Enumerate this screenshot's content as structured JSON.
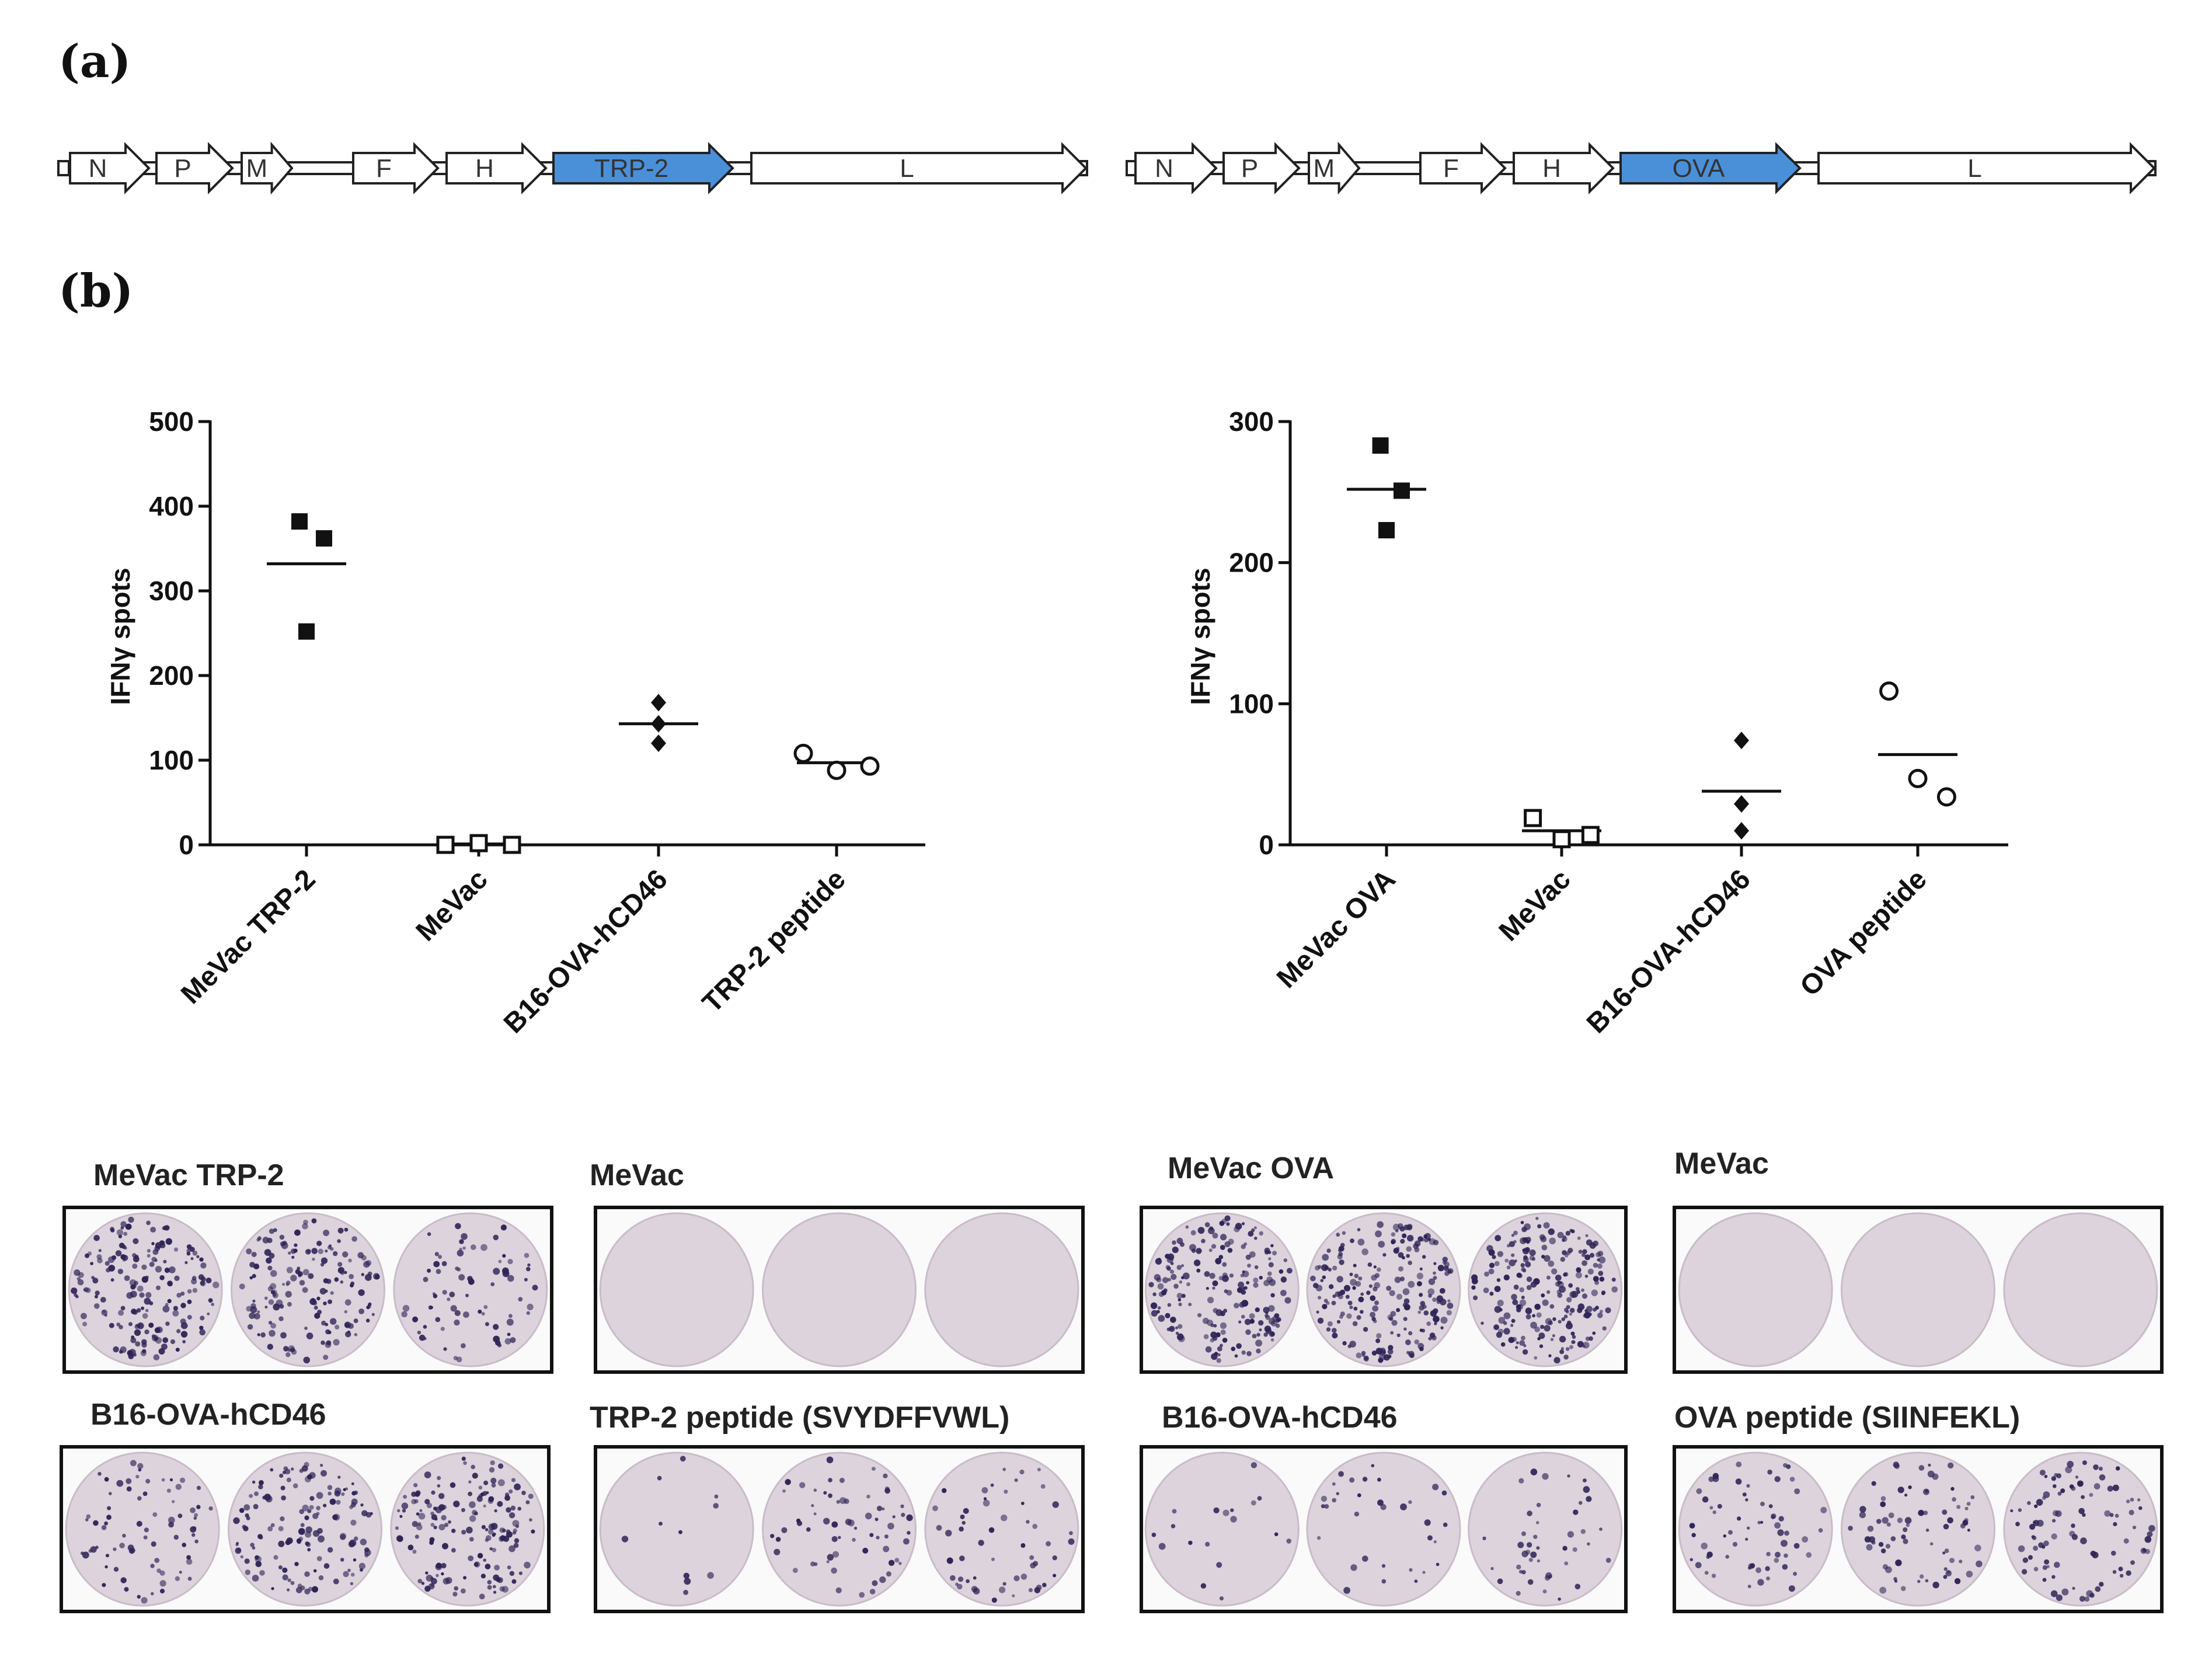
{
  "panels": {
    "a": "(a)",
    "b": "(b)"
  },
  "constructs": [
    {
      "genes": [
        {
          "label": "N",
          "kind": "gene"
        },
        {
          "label": "P",
          "kind": "gene"
        },
        {
          "label": "M",
          "kind": "gene"
        },
        {
          "label": "F",
          "kind": "gene"
        },
        {
          "label": "H",
          "kind": "gene"
        },
        {
          "label": "TRP-2",
          "kind": "insert"
        },
        {
          "label": "L",
          "kind": "gene"
        }
      ]
    },
    {
      "genes": [
        {
          "label": "N",
          "kind": "gene"
        },
        {
          "label": "P",
          "kind": "gene"
        },
        {
          "label": "M",
          "kind": "gene"
        },
        {
          "label": "F",
          "kind": "gene"
        },
        {
          "label": "H",
          "kind": "gene"
        },
        {
          "label": "OVA",
          "kind": "insert"
        },
        {
          "label": "L",
          "kind": "gene"
        }
      ]
    }
  ],
  "colors": {
    "insert": "#4a90d9",
    "gene": "#ffffff",
    "outline": "#222222",
    "well_bg": "#ddd3dc",
    "spot": "#2e2456"
  },
  "chart_data": [
    {
      "type": "scatter",
      "ylabel": "IFNγ spots",
      "ylim": [
        0,
        500
      ],
      "yticks": [
        0,
        100,
        200,
        300,
        400,
        500
      ],
      "categories": [
        "MeVac TRP-2",
        "MeVac",
        "B16-OVA-hCD46",
        "TRP-2 peptide"
      ],
      "series": [
        {
          "category": "MeVac TRP-2",
          "marker": "filled-square",
          "values": [
            382,
            362,
            252
          ],
          "mean": 332
        },
        {
          "category": "MeVac",
          "marker": "open-square",
          "values": [
            0,
            2,
            0
          ],
          "mean": 1
        },
        {
          "category": "B16-OVA-hCD46",
          "marker": "filled-diamond",
          "values": [
            168,
            120,
            143
          ],
          "mean": 143
        },
        {
          "category": "TRP-2 peptide",
          "marker": "open-circle",
          "values": [
            108,
            88,
            93
          ],
          "mean": 97
        }
      ]
    },
    {
      "type": "scatter",
      "ylabel": "IFNγ spots",
      "ylim": [
        0,
        300
      ],
      "yticks": [
        0,
        100,
        200,
        300
      ],
      "categories": [
        "MeVac OVA",
        "MeVac",
        "B16-OVA-hCD46",
        "OVA peptide"
      ],
      "series": [
        {
          "category": "MeVac OVA",
          "marker": "filled-square",
          "values": [
            283,
            251,
            223
          ],
          "mean": 252
        },
        {
          "category": "MeVac",
          "marker": "open-square",
          "values": [
            19,
            4,
            7
          ],
          "mean": 10
        },
        {
          "category": "B16-OVA-hCD46",
          "marker": "filled-diamond",
          "values": [
            74,
            29,
            10
          ],
          "mean": 38
        },
        {
          "category": "OVA peptide",
          "marker": "open-circle",
          "values": [
            109,
            47,
            34
          ],
          "mean": 64
        }
      ]
    }
  ],
  "wells": [
    {
      "title": "MeVac TRP-2",
      "densities": [
        0.85,
        0.75,
        0.35
      ]
    },
    {
      "title": "MeVac",
      "densities": [
        0,
        0,
        0
      ]
    },
    {
      "title": "MeVac OVA",
      "densities": [
        0.9,
        0.95,
        1.0
      ]
    },
    {
      "title": "MeVac",
      "densities": [
        0,
        0,
        0
      ]
    },
    {
      "title": "B16-OVA-hCD46",
      "densities": [
        0.35,
        0.65,
        0.75
      ]
    },
    {
      "title": "TRP-2 peptide (SVYDFFVWL)",
      "densities": [
        0.05,
        0.3,
        0.25
      ]
    },
    {
      "title": "B16-OVA-hCD46",
      "densities": [
        0.08,
        0.15,
        0.2
      ]
    },
    {
      "title": "OVA peptide (SIINFEKL)",
      "densities": [
        0.3,
        0.35,
        0.45
      ]
    }
  ]
}
